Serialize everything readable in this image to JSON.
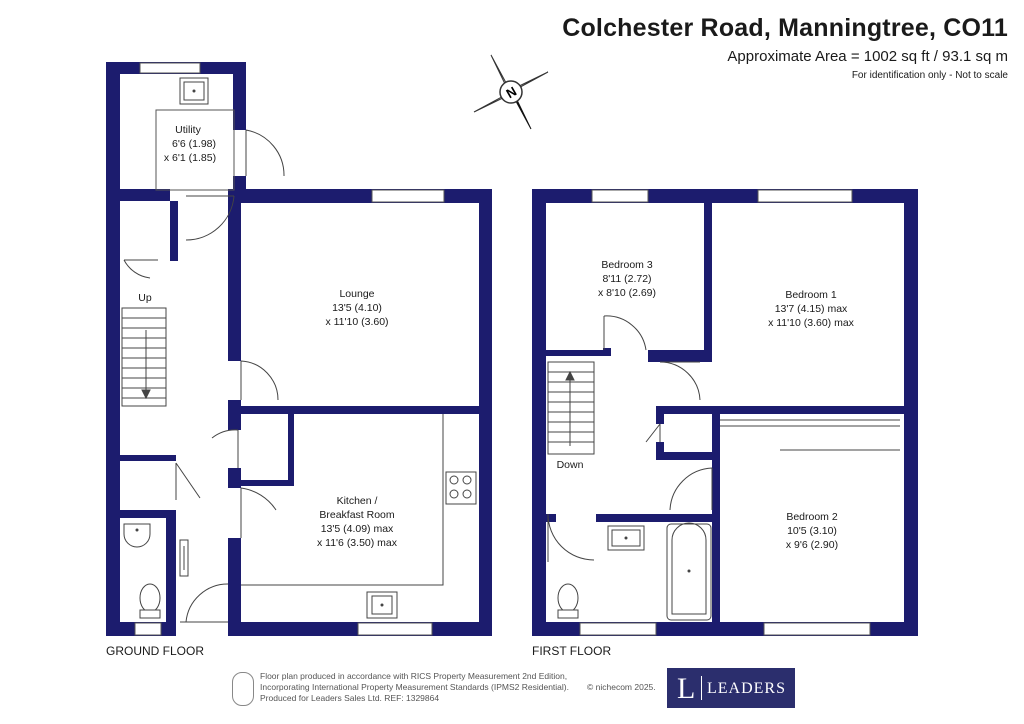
{
  "header": {
    "title": "Colchester Road, Manningtree, CO11",
    "area": "Approximate Area = 1002 sq ft / 93.1 sq m",
    "note": "For identification only - Not to scale"
  },
  "compass": {
    "label": "N"
  },
  "ground_floor": {
    "label": "GROUND FLOOR",
    "stairs_label": "Up",
    "rooms": {
      "utility": {
        "name": "Utility",
        "dim1": "6'6 (1.98)",
        "dim2": "x 6'1 (1.85)"
      },
      "lounge": {
        "name": "Lounge",
        "dim1": "13'5 (4.10)",
        "dim2": "x 11'10 (3.60)"
      },
      "kitchen": {
        "name": "Kitchen /",
        "name2": "Breakfast Room",
        "dim1": "13'5 (4.09) max",
        "dim2": "x 11'6 (3.50) max"
      }
    }
  },
  "first_floor": {
    "label": "FIRST FLOOR",
    "stairs_label": "Down",
    "rooms": {
      "bedroom3": {
        "name": "Bedroom 3",
        "dim1": "8'11 (2.72)",
        "dim2": "x 8'10 (2.69)"
      },
      "bedroom1": {
        "name": "Bedroom 1",
        "dim1": "13'7 (4.15) max",
        "dim2": "x 11'10 (3.60) max"
      },
      "bedroom2": {
        "name": "Bedroom 2",
        "dim1": "10'5 (3.10)",
        "dim2": "x 9'6 (2.90)"
      }
    }
  },
  "footer": {
    "line1": "Floor plan produced in accordance with RICS Property Measurement 2nd Edition,",
    "line2": "Incorporating International Property Measurement Standards (IPMS2 Residential).",
    "line3": "Produced for Leaders Sales Ltd.   REF:  1329864",
    "credit": "© nichecom 2025."
  },
  "brand": {
    "letter": "L",
    "name": "LEADERS"
  },
  "colors": {
    "wall": "#1c1c6e",
    "text": "#1a1a1a",
    "brand": "#2b2e6d"
  }
}
